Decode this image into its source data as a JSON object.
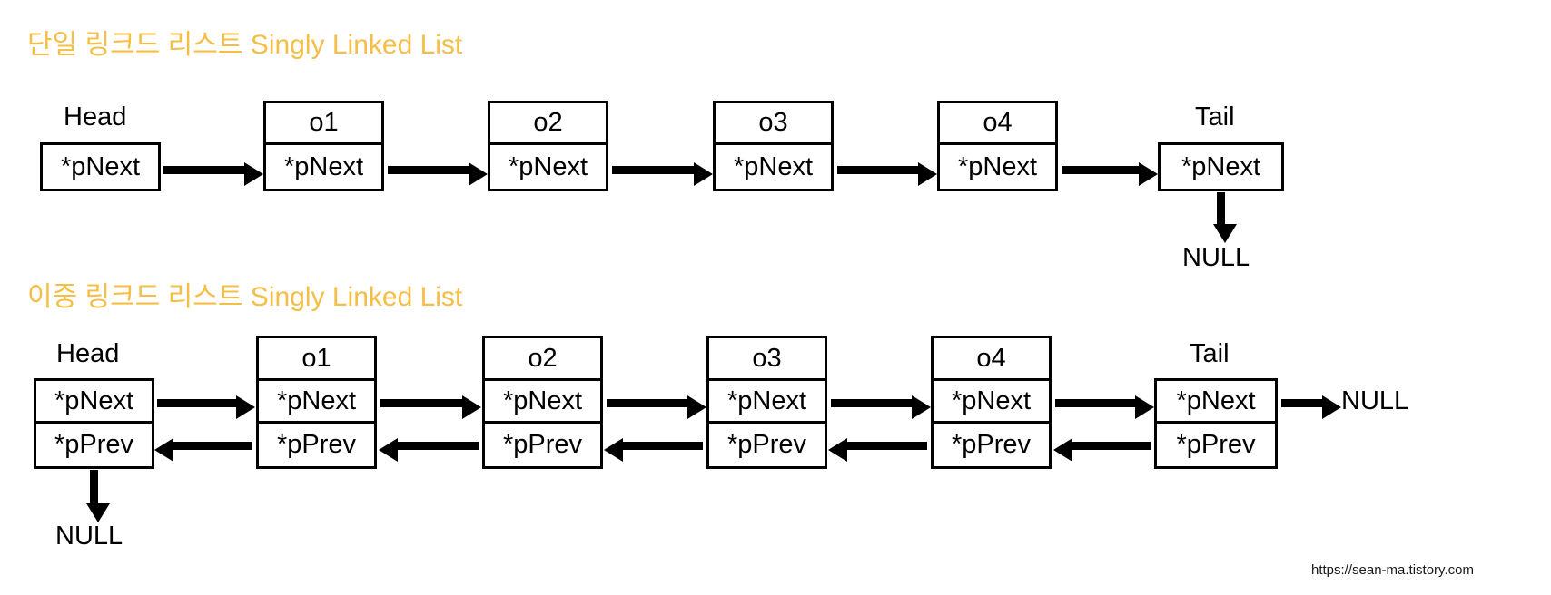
{
  "diagram": {
    "watermark": "https://sean-ma.tistory.com",
    "sections": [
      {
        "id": "singly",
        "title": "단일 링크드 리스트 Singly Linked List",
        "title_color": "#F5BE45",
        "head_label": "Head",
        "tail_label": "Tail",
        "null_label": "NULL",
        "next_field": "*pNext",
        "node_names": [
          "o1",
          "o2",
          "o3",
          "o4"
        ]
      },
      {
        "id": "doubly",
        "title": "이중 링크드 리스트 Singly Linked List",
        "title_color": "#F5BE45",
        "head_label": "Head",
        "tail_label": "Tail",
        "null_label_head": "NULL",
        "null_label_tail": "NULL",
        "next_field": "*pNext",
        "prev_field": "*pPrev",
        "node_names": [
          "o1",
          "o2",
          "o3",
          "o4"
        ]
      }
    ]
  }
}
